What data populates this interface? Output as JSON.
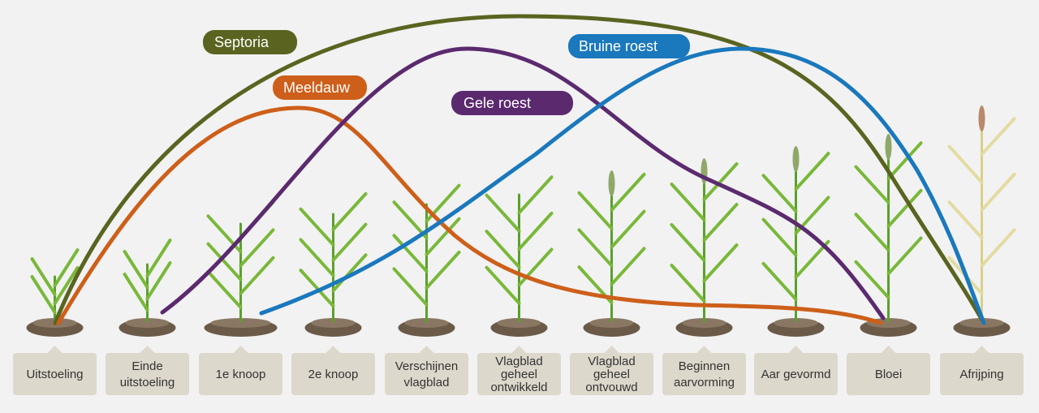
{
  "colors": {
    "septoria": "#5a6420",
    "meeldauw": "#cd5f1a",
    "gele_roest": "#5b2a6e",
    "bruine_roest": "#1a78bd",
    "stage_box": "#ddd8cc",
    "background": "#f2f2f2"
  },
  "diseases": [
    {
      "key": "septoria",
      "label": "Septoria",
      "color": "#5a6420"
    },
    {
      "key": "meeldauw",
      "label": "Meeldauw",
      "color": "#cd5f1a"
    },
    {
      "key": "gele_roest",
      "label": "Gele roest",
      "color": "#5b2a6e"
    },
    {
      "key": "bruine_roest",
      "label": "Bruine roest",
      "color": "#1a78bd"
    }
  ],
  "stages": [
    {
      "lines": [
        "Uitstoeling"
      ],
      "plant": "tiller"
    },
    {
      "lines": [
        "Einde",
        "uitstoeling"
      ],
      "plant": "tiller"
    },
    {
      "lines": [
        "1e knoop"
      ],
      "plant": "leafy"
    },
    {
      "lines": [
        "2e knoop"
      ],
      "plant": "leafy"
    },
    {
      "lines": [
        "Verschijnen",
        "vlagblad"
      ],
      "plant": "leafy"
    },
    {
      "lines": [
        "Vlagblad",
        "geheel",
        "ontwikkeld"
      ],
      "plant": "leafy"
    },
    {
      "lines": [
        "Vlagblad",
        "geheel",
        "ontvouwd"
      ],
      "plant": "ear"
    },
    {
      "lines": [
        "Beginnen",
        "aarvorming"
      ],
      "plant": "ear"
    },
    {
      "lines": [
        "Aar gevormd"
      ],
      "plant": "ear"
    },
    {
      "lines": [
        "Bloei"
      ],
      "plant": "ear"
    },
    {
      "lines": [
        "Afrijping"
      ],
      "plant": "ripe"
    }
  ]
}
